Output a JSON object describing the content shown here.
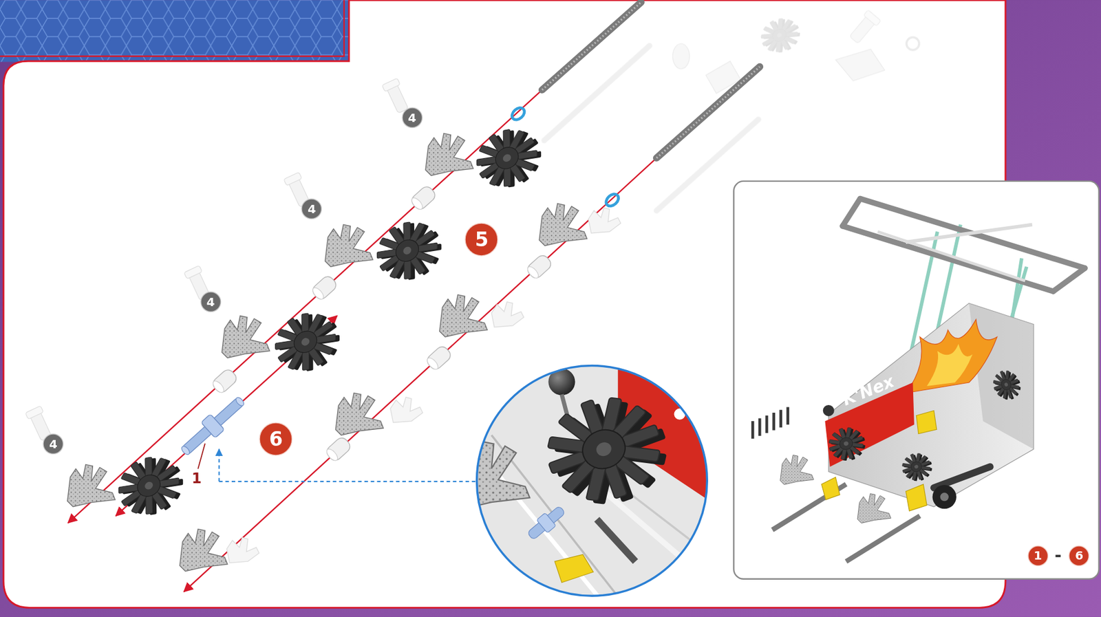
{
  "diagram": {
    "nodes": [
      {
        "text": [
          "4"
        ]
      },
      {
        "text": [
          "4"
        ]
      },
      {
        "text": [
          "5"
        ]
      },
      {
        "text": [
          "4"
        ]
      },
      {
        "text": [
          "6"
        ]
      },
      {
        "text": [
          "4"
        ]
      },
      {
        "text": [
          "1"
        ]
      },
      {
        "text": [
          "6"
        ]
      }
    ],
    "labels": [
      "1",
      "-",
      "K'Nex"
    ]
  }
}
